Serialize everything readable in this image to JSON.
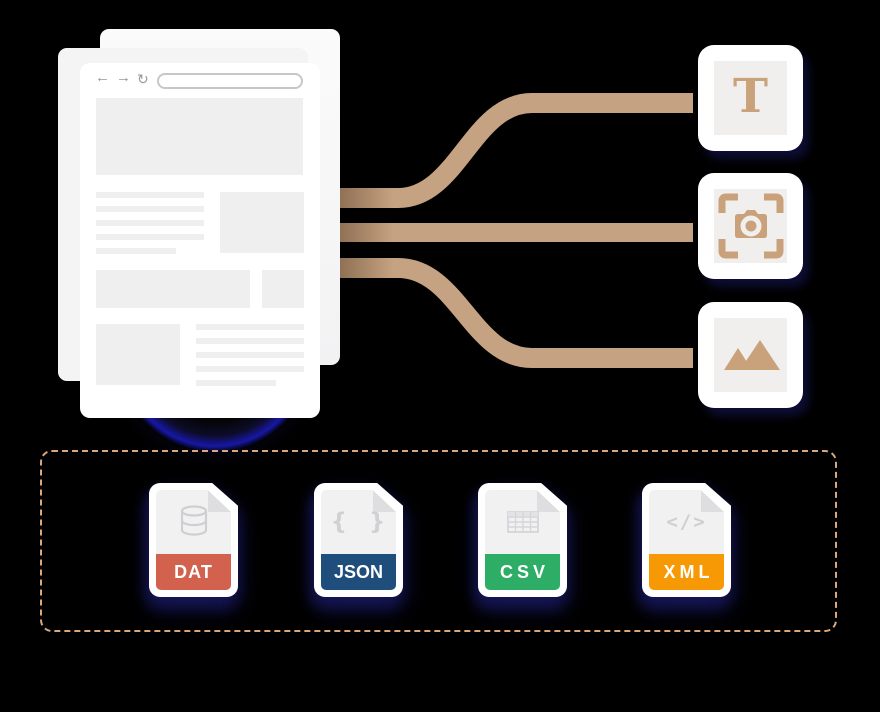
{
  "illustration": {
    "background_color": "#000000",
    "accent_tan": "#c9a17b",
    "pipes": {
      "color": "#c5a281",
      "start_color": "#8a6c50",
      "count": 3
    },
    "dashed_border_color": "#d9a87e",
    "browser": {
      "nav": {
        "back_glyph": "←",
        "forward_glyph": "→",
        "reload_glyph": "↻"
      },
      "url_value": ""
    },
    "targets": [
      {
        "name": "text",
        "glyph": "T"
      },
      {
        "name": "screenshot-camera"
      },
      {
        "name": "image-mountains"
      }
    ],
    "formats": [
      {
        "label": "DAT",
        "banner_color": "#d2614d",
        "glyph": "database-icon"
      },
      {
        "label": "JSON",
        "banner_color": "#1f4e7d",
        "glyph": "curly-braces-icon",
        "glyph_text": "{ }"
      },
      {
        "label": "CSV",
        "banner_color": "#2ead66",
        "glyph": "spreadsheet-icon"
      },
      {
        "label": "XML",
        "banner_color": "#f79904",
        "glyph": "code-tag-icon",
        "glyph_text": "</>"
      }
    ]
  }
}
